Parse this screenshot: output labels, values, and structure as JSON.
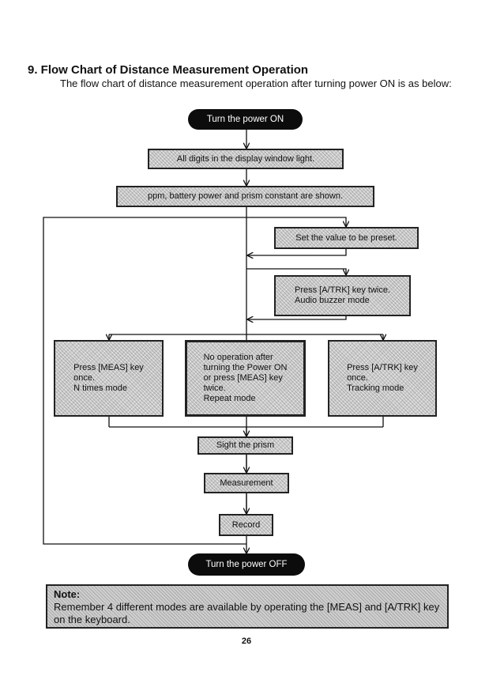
{
  "heading": "9. Flow Chart of Distance Measurement Operation",
  "intro": "The flow chart of distance measurement operation after turning power ON is as below:",
  "flow": {
    "start": "Turn the power ON",
    "step_digits": "All digits in the display window light.",
    "step_ppm": "ppm, battery power and prism constant are shown.",
    "step_preset": "Set the value to be preset.",
    "step_audio": "Press [A/TRK] key twice.\nAudio buzzer mode",
    "mode_n_times": "Press [MEAS] key\nonce.\nN times mode",
    "mode_repeat": "No operation after\nturning the Power ON\nor press [MEAS] key\ntwice.\nRepeat mode",
    "mode_tracking": "Press [A/TRK] key\nonce.\nTracking mode",
    "step_sight": "Sight the prism",
    "step_measure": "Measurement",
    "step_record": "Record",
    "end": "Turn the power OFF"
  },
  "note": {
    "label": "Note:",
    "text": "Remember 4 different modes are available by operating the [MEAS] and [A/TRK] key on the keyboard."
  },
  "page_number": "26"
}
